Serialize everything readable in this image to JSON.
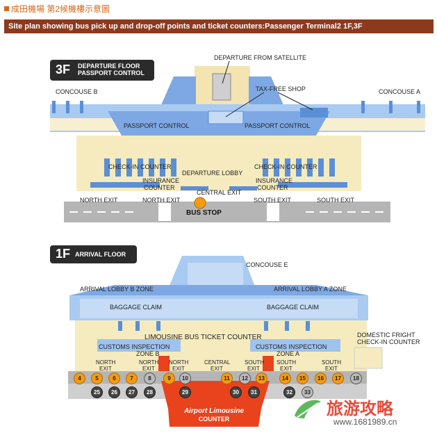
{
  "header": {
    "title": "成田機場 第2候機樓示意圖"
  },
  "banner": {
    "text": "Site plan showing bus pick up and drop-off points and ticket counters:Passenger Terminal2 1F,3F"
  },
  "floor3": {
    "floor_code": "3F",
    "floor_name_1": "DEPARTURE FLOOR",
    "floor_name_2": "PASSPORT CONTROL",
    "labels": {
      "departure_satellite": "DEPARTURE FROM SATELLITE",
      "concourse_b": "CONCOUSE B",
      "concourse_a": "CONCOUSE A",
      "tax_free": "TAX-FREE SHOP",
      "passport_left": "PASSPORT CONTROL",
      "passport_right": "PASSPORT CONTROL",
      "checkin_left": "CHECK-IN COUNTER",
      "checkin_right": "CHECK-IN COUNTER",
      "departure_lobby": "DEPARTURE LOBBY",
      "insurance_left_1": "INSURANCE",
      "insurance_left_2": "COUNTER",
      "insurance_right_1": "INSURANCE",
      "insurance_right_2": "COUNTER",
      "central_exit": "CENTRAL EXIT",
      "north_exit_1": "NORTH EXIT",
      "north_exit_2": "NORTH EXIT",
      "south_exit_1": "SOUTH EXIT",
      "south_exit_2": "SOUTH EXIT",
      "bus_stop": "BUS STOP"
    }
  },
  "floor1": {
    "floor_code": "1F",
    "floor_name": "ARRIVAL FLOOR",
    "labels": {
      "concourse_e": "CONCOUSE E",
      "lobby_b": "ARRIVAL LOBBY B ZONE",
      "lobby_a": "ARRIVAL LOBBY A ZONE",
      "baggage_left": "BAGGAGE CLAIM",
      "baggage_right": "BAGGAGE CLAIM",
      "limousine_ticket": "LIMOUSINE BUS TICKET COUNTER",
      "customs_left_1": "CUSTOMS INSPECTION",
      "customs_left_2": "ZONE B",
      "customs_right_1": "CUSTOMS INSPECTION",
      "customs_right_2": "ZONE A",
      "domestic_1": "DOMESTIC FRIGHT",
      "domestic_2": "CHECK-IN COUNTER",
      "north": "NORTH",
      "exit": "EXIT",
      "central": "CENTRAL",
      "south": "SOUTH",
      "limo_counter_1": "Airport Limousine",
      "limo_counter_2": "COUNTER"
    },
    "stops_top": [
      "4",
      "5",
      "6",
      "7",
      "8",
      "9",
      "10",
      "11",
      "12",
      "13",
      "14",
      "15",
      "16",
      "17",
      "18"
    ],
    "stops_bottom": [
      "25",
      "26",
      "27",
      "28",
      "29",
      "30",
      "31",
      "32",
      "33"
    ]
  },
  "watermark": {
    "title": "旅游攻略",
    "url": "www.1681989.cn"
  },
  "colors": {
    "banner": "#8b3a1e",
    "floor_blue": "#9ec3ee",
    "counter_blue": "#5b8fd6",
    "sand": "#f5e7b9",
    "road": "#b5b5b5",
    "orange_stop": "#f39c12",
    "limousine_red": "#e8431c"
  }
}
